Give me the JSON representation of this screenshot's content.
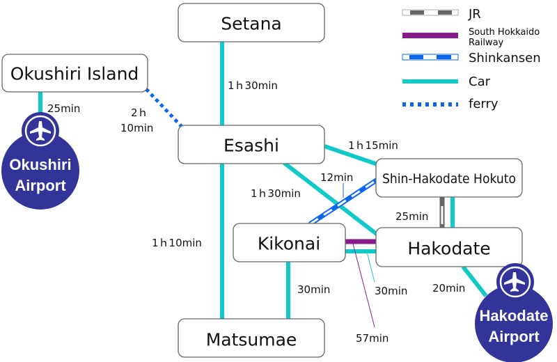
{
  "stations": {
    "setana": "Setana",
    "okushiri_island": "Okushiri Island",
    "esashi": "Esashi",
    "shin_hakodate": "Shin-Hakodate Hokuto",
    "kikonai": "Kikonai",
    "hakodate": "Hakodate",
    "matsumae": "Matsumae"
  },
  "airports": {
    "okushiri": [
      "Okushiri",
      "Airport"
    ],
    "hakodate": [
      "Hakodate",
      "Airport"
    ]
  },
  "times": {
    "setana_esashi": "1ｈ30min",
    "island_airport": "25min",
    "ferry_h": "2ｈ",
    "ferry_m": "10min",
    "esashi_shin": "1ｈ15min",
    "shinkansen": "12min",
    "esashi_hakodate": "1ｈ30min",
    "esashi_matsumae": "1ｈ10min",
    "shin_hakodate_jr": "25min",
    "kikonai_matsumae": "30min",
    "kikonai_hakodate_car": "30min",
    "hakodate_airport": "20min",
    "kikonai_hakodate_rail": "57min"
  },
  "legend": {
    "jr": "JR",
    "south_line1": "South Hokkaido",
    "south_line2": "Railway",
    "shinkansen": "Shinkansen",
    "car": "Car",
    "ferry": "ferry"
  },
  "colors": {
    "car": "#11c9c9",
    "jr": "#666666",
    "south": "#8b1a8b",
    "shinkansen": "#0a66ee",
    "airport": "#33349a"
  }
}
